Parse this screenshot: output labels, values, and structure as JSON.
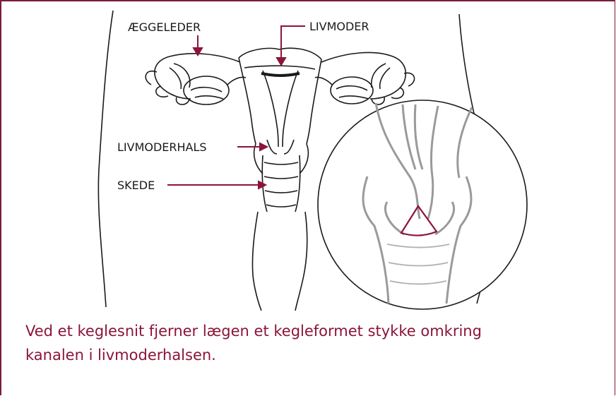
{
  "colors": {
    "accent": "#8b1538",
    "line": "#1a1a1a",
    "inset_line": "#9a9a9a",
    "background": "#ffffff"
  },
  "labels": {
    "fallopian_tube": "ÆGGELEDER",
    "uterus": "LIVMODER",
    "cervix": "LIVMODERHALS",
    "vagina": "SKEDE"
  },
  "caption": {
    "line1": "Ved et keglesnit fjerner lægen et kegleformet stykke omkring",
    "line2": "kanalen i livmoderhalsen."
  }
}
